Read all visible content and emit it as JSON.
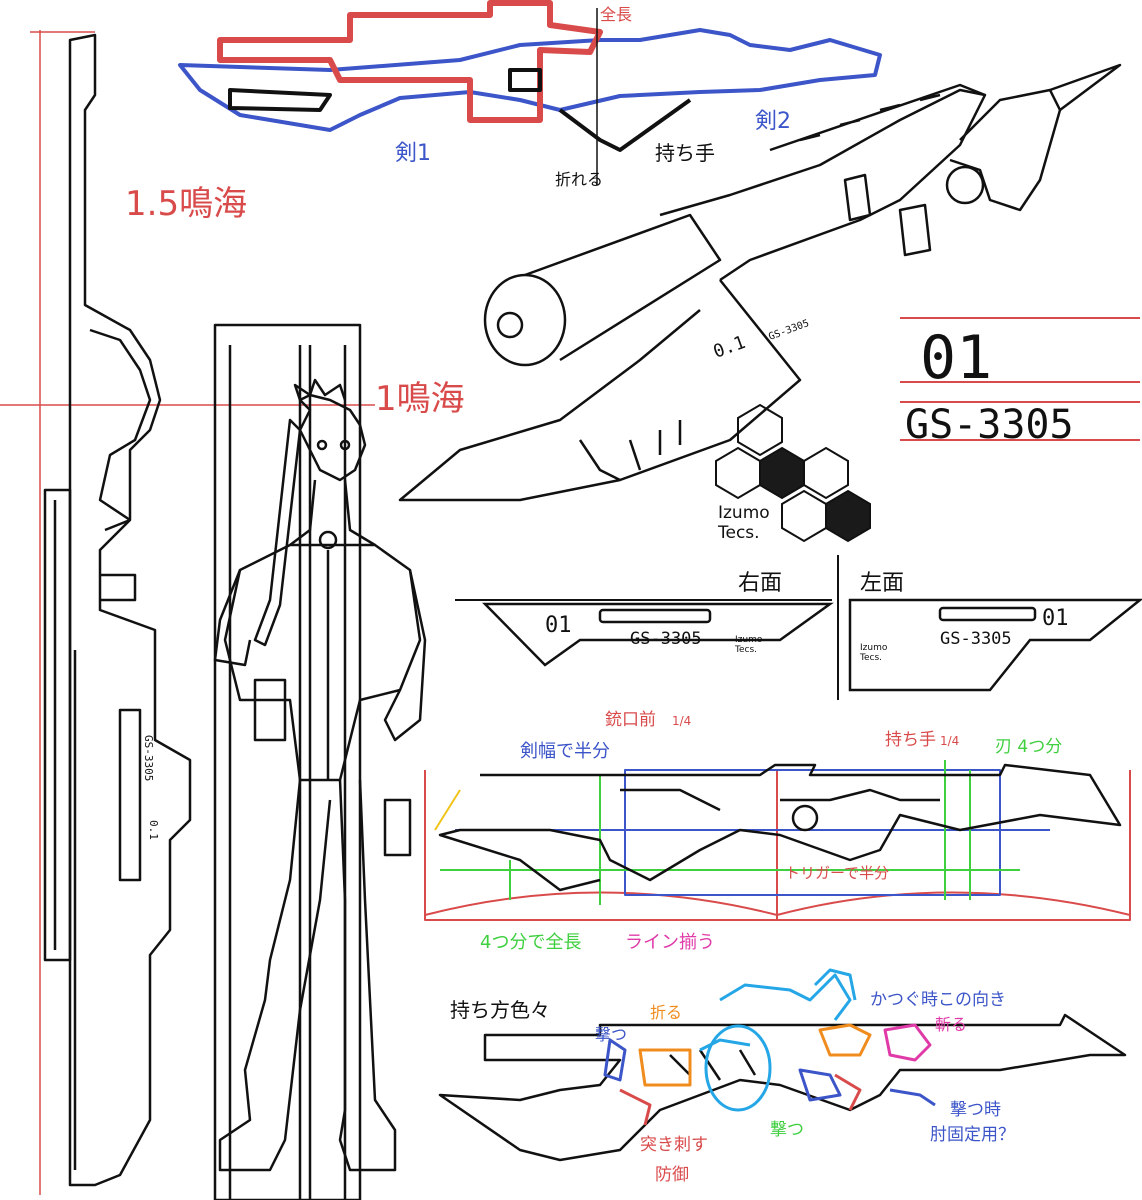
{
  "labels": {
    "top_total": "全長",
    "sword1": "剣1",
    "sword2": "剣2",
    "fold": "折れる",
    "grip": "持ち手",
    "scale_15": "1.5鳴海",
    "scale_1": "1鳴海",
    "plate_01": "01",
    "plate_model": "GS-3305",
    "brand_line1": "Izumo",
    "brand_line2": "Tecs.",
    "right_side": "右面",
    "left_side": "左面",
    "muzzle_front": "銃口前",
    "quarter": "1/4",
    "blade_half": "剣幅で半分",
    "grip_quarter": "持ち手",
    "blade_quarter": "刃 4つ分",
    "trigger_half": "トリガーで半分",
    "four_full": "4つ分で全長",
    "align_line": "ライン揃う",
    "grips_various": "持ち方色々",
    "shoot": "撃つ",
    "fold2": "折る",
    "carry": "かつぐ時この向き",
    "break": "斬る",
    "stab": "突き刺す",
    "defend": "防御",
    "shoot2": "撃つ",
    "shoot_time": "撃つ時",
    "shoulder": "肘固定用？",
    "side_text": "GS-3305",
    "side_ver": "0.1"
  },
  "colors": {
    "ink": "#111111",
    "red": "#d94b4b",
    "blue": "#3c55c8",
    "orange": "#f08c1e",
    "pink": "#e03aa8",
    "green": "#3fcf3f",
    "cyan": "#25a6e6",
    "yellow": "#f0c419",
    "hex_fill": "#1a1a1a"
  }
}
